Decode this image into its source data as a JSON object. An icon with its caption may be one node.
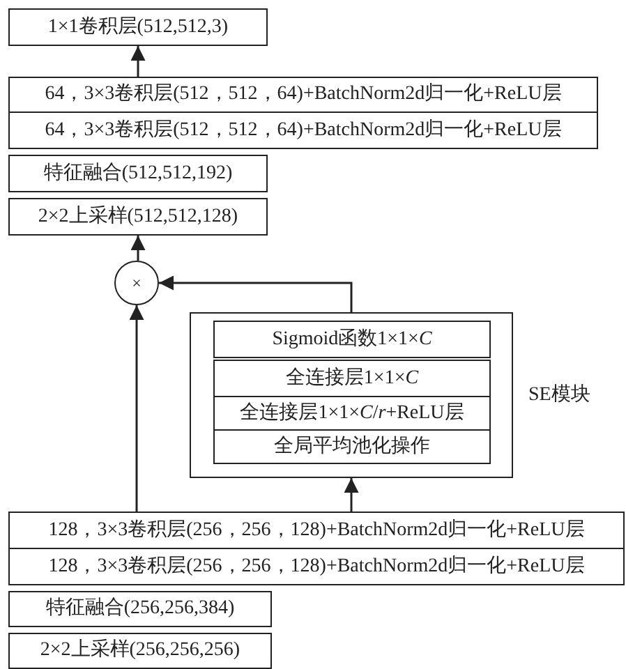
{
  "diagram": {
    "nodes": [
      {
        "text": [
          "1×1卷积层(512,512,3)"
        ]
      },
      {
        "text": [
          "64，3×3卷积层(512，512，64)+BatchNorm2d归一化+ReLU层"
        ]
      },
      {
        "text": [
          "64，3×3卷积层(512，512，64)+BatchNorm2d归一化+ReLU层"
        ]
      },
      {
        "text": [
          "特征融合(512,512,192)"
        ]
      },
      {
        "text": [
          "2×2上采样(512,512,128)"
        ]
      },
      {
        "text": [
          "×"
        ]
      },
      {
        "text": [
          "SE模块"
        ]
      },
      {
        "text": [
          "Sigmoid函数1×1×*C*"
        ],
        "in": 6
      },
      {
        "text": [
          "全连接层1×1×*C*"
        ],
        "in": 6
      },
      {
        "text": [
          "全连接层1×1×*C*/*r*+ReLU层"
        ],
        "in": 6
      },
      {
        "text": [
          "全局平均池化操作"
        ],
        "in": 6
      },
      {
        "text": [
          "128，3×3卷积层(256，256，128)+BatchNorm2d归一化+ReLU层"
        ]
      },
      {
        "text": [
          "128，3×3卷积层(256，256，128)+BatchNorm2d归一化+ReLU层"
        ]
      },
      {
        "text": [
          "特征融合(256,256,384)"
        ]
      },
      {
        "text": [
          "2×2上采样(256,256,256)"
        ]
      }
    ],
    "edges": [
      {
        "from": 1,
        "to": 0,
        "arrow": "to"
      },
      {
        "from": 5,
        "to": 4,
        "arrow": "to"
      },
      {
        "from": 11,
        "to": 5,
        "arrow": "to"
      },
      {
        "from": 6,
        "to": 5,
        "arrow": "to"
      },
      {
        "from": 11,
        "to": 6,
        "arrow": "to"
      }
    ]
  }
}
